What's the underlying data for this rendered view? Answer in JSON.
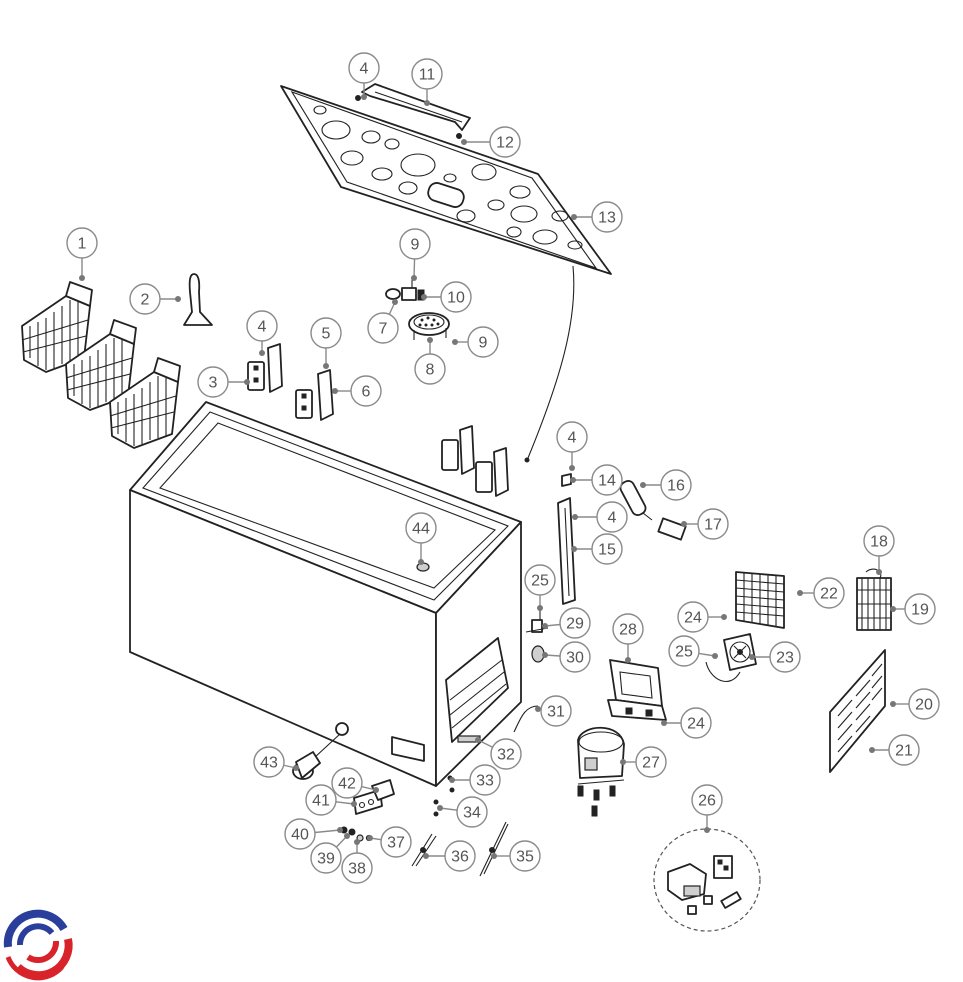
{
  "labels": [
    "1",
    "2",
    "3",
    "4",
    "5",
    "6",
    "7",
    "8",
    "9",
    "10",
    "11",
    "12",
    "13",
    "14",
    "15",
    "16",
    "17",
    "18",
    "19",
    "20",
    "21",
    "22",
    "23",
    "24",
    "25",
    "26",
    "27",
    "28",
    "29",
    "30",
    "31",
    "32",
    "33",
    "34",
    "35",
    "36",
    "37",
    "38",
    "39",
    "40",
    "41",
    "42",
    "43",
    "44"
  ],
  "colors": {
    "callout_stroke": "#8a8a8a",
    "callout_text": "#555555",
    "line_art": "#222222",
    "logo_red": "#d8232a",
    "logo_blue": "#2a3f9c"
  },
  "logo": {
    "icon": "brand-swirl-logo-icon"
  }
}
